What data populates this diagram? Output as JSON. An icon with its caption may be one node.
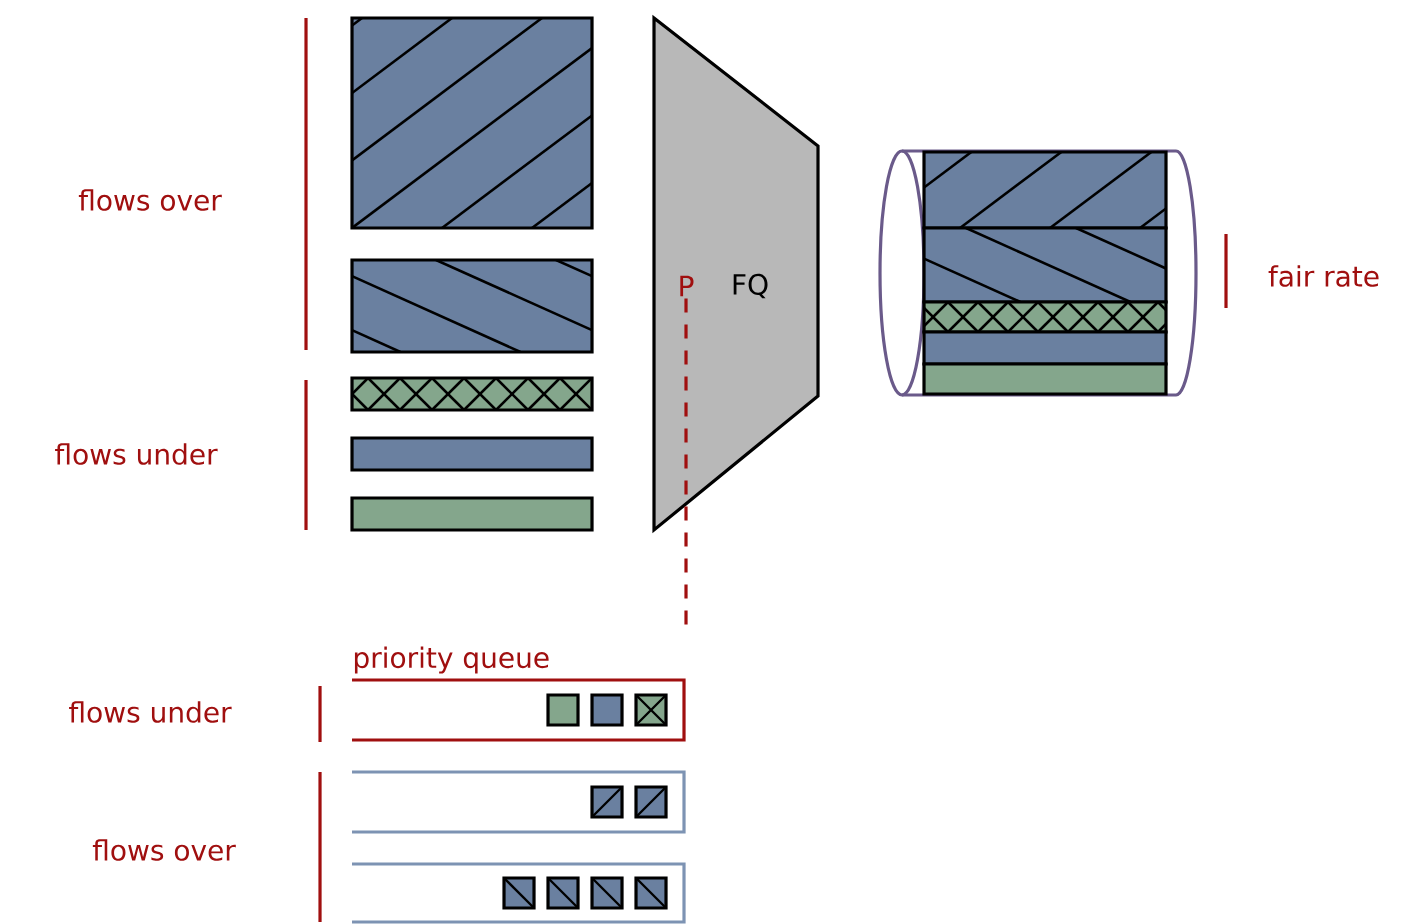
{
  "diagram": {
    "nodes": [
      {
        "text": [],
        "shape": "box"
      },
      {
        "text": [],
        "shape": "box"
      },
      {
        "text": [],
        "shape": "box"
      },
      {
        "text": [],
        "shape": "box"
      },
      {
        "text": [],
        "shape": "box"
      },
      {
        "text": [
          "P",
          "FQ"
        ]
      },
      {
        "text": [],
        "shape": "cylinder"
      },
      {
        "text": [
          "priority queue"
        ]
      },
      {
        "text": [],
        "shape": "box"
      },
      {
        "text": [],
        "shape": "box"
      }
    ],
    "edges": [
      {
        "from": 5,
        "to": 7,
        "arrow": "none",
        "style": "dashed",
        "color": "#a00f0f"
      }
    ],
    "labels": [
      "flows over",
      "flows under",
      "fair rate",
      "flows under",
      "flows over"
    ]
  }
}
